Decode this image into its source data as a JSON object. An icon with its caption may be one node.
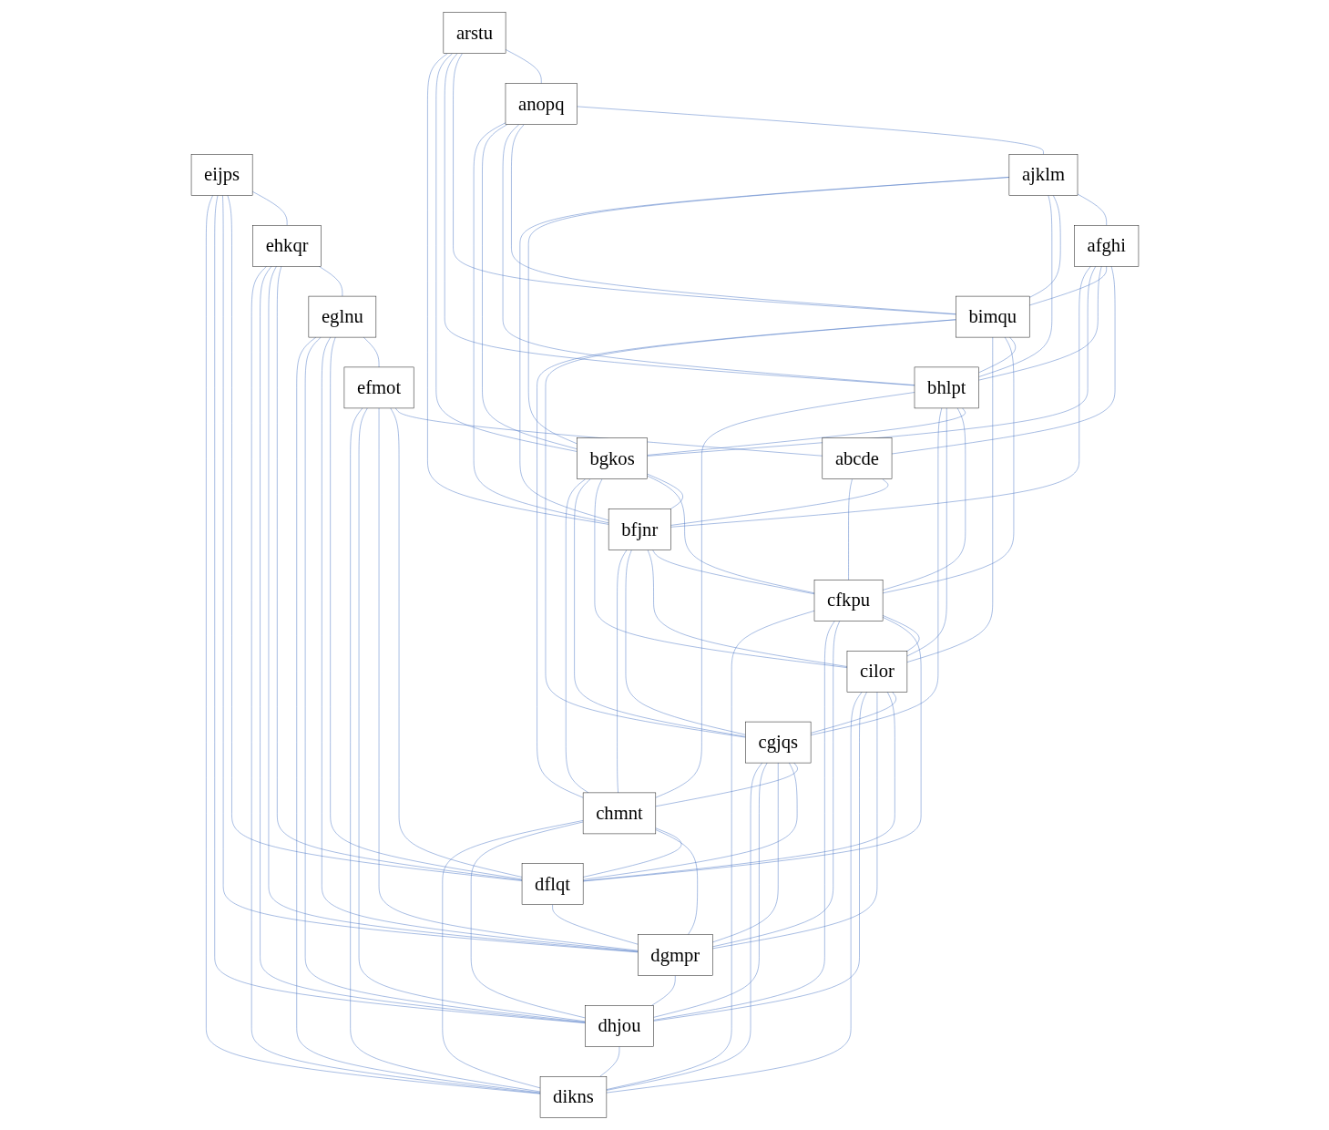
{
  "diagram": {
    "nodes": [
      {
        "text": [
          "arstu"
        ]
      },
      {
        "text": [
          "anopq"
        ]
      },
      {
        "text": [
          "bimqu"
        ]
      },
      {
        "text": [
          "eijps"
        ]
      },
      {
        "text": [
          "ehkqr"
        ]
      },
      {
        "text": [
          "bhlpt"
        ]
      },
      {
        "text": [
          "ajklm"
        ]
      },
      {
        "text": [
          "eglnu"
        ]
      },
      {
        "text": [
          "bgkos"
        ]
      },
      {
        "text": [
          "afghi"
        ]
      },
      {
        "text": [
          "efmot"
        ]
      },
      {
        "text": [
          "bfjnr"
        ]
      },
      {
        "text": [
          "abcde"
        ]
      },
      {
        "text": [
          "dflqt"
        ]
      },
      {
        "text": [
          "cfkpu"
        ]
      },
      {
        "text": [
          "dgmpr"
        ]
      },
      {
        "text": [
          "cilor"
        ]
      },
      {
        "text": [
          "dhjou"
        ]
      },
      {
        "text": [
          "cgjqs"
        ]
      },
      {
        "text": [
          "dikns"
        ]
      },
      {
        "text": [
          "chmnt"
        ]
      }
    ],
    "edges": [
      {
        "from": 0,
        "to": 1,
        "arrow": "none"
      },
      {
        "from": 1,
        "to": 6,
        "arrow": "none"
      },
      {
        "from": 6,
        "to": 9,
        "arrow": "none"
      },
      {
        "from": 9,
        "to": 12,
        "arrow": "none"
      },
      {
        "from": 10,
        "to": 12,
        "arrow": "none"
      },
      {
        "from": 12,
        "to": 11,
        "arrow": "none"
      },
      {
        "from": 12,
        "to": 14,
        "arrow": "none"
      },
      {
        "from": 3,
        "to": 4,
        "arrow": "none"
      },
      {
        "from": 4,
        "to": 7,
        "arrow": "none"
      },
      {
        "from": 7,
        "to": 10,
        "arrow": "none"
      },
      {
        "from": 2,
        "to": 5,
        "arrow": "none"
      },
      {
        "from": 5,
        "to": 8,
        "arrow": "none"
      },
      {
        "from": 8,
        "to": 11,
        "arrow": "none"
      },
      {
        "from": 14,
        "to": 16,
        "arrow": "none"
      },
      {
        "from": 16,
        "to": 18,
        "arrow": "none"
      },
      {
        "from": 18,
        "to": 20,
        "arrow": "none"
      },
      {
        "from": 13,
        "to": 15,
        "arrow": "none"
      },
      {
        "from": 15,
        "to": 17,
        "arrow": "none"
      },
      {
        "from": 17,
        "to": 19,
        "arrow": "none"
      },
      {
        "from": 0,
        "to": 2,
        "arrow": "none"
      },
      {
        "from": 0,
        "to": 5,
        "arrow": "none"
      },
      {
        "from": 0,
        "to": 8,
        "arrow": "none"
      },
      {
        "from": 0,
        "to": 11,
        "arrow": "none"
      },
      {
        "from": 1,
        "to": 2,
        "arrow": "none"
      },
      {
        "from": 1,
        "to": 5,
        "arrow": "none"
      },
      {
        "from": 1,
        "to": 8,
        "arrow": "none"
      },
      {
        "from": 1,
        "to": 11,
        "arrow": "none"
      },
      {
        "from": 6,
        "to": 2,
        "arrow": "none"
      },
      {
        "from": 6,
        "to": 5,
        "arrow": "none"
      },
      {
        "from": 6,
        "to": 8,
        "arrow": "none"
      },
      {
        "from": 6,
        "to": 11,
        "arrow": "none"
      },
      {
        "from": 9,
        "to": 2,
        "arrow": "none"
      },
      {
        "from": 9,
        "to": 5,
        "arrow": "none"
      },
      {
        "from": 9,
        "to": 8,
        "arrow": "none"
      },
      {
        "from": 9,
        "to": 11,
        "arrow": "none"
      },
      {
        "from": 2,
        "to": 14,
        "arrow": "none"
      },
      {
        "from": 2,
        "to": 16,
        "arrow": "none"
      },
      {
        "from": 2,
        "to": 18,
        "arrow": "none"
      },
      {
        "from": 2,
        "to": 20,
        "arrow": "none"
      },
      {
        "from": 5,
        "to": 14,
        "arrow": "none"
      },
      {
        "from": 5,
        "to": 16,
        "arrow": "none"
      },
      {
        "from": 5,
        "to": 18,
        "arrow": "none"
      },
      {
        "from": 5,
        "to": 20,
        "arrow": "none"
      },
      {
        "from": 8,
        "to": 14,
        "arrow": "none"
      },
      {
        "from": 8,
        "to": 16,
        "arrow": "none"
      },
      {
        "from": 8,
        "to": 18,
        "arrow": "none"
      },
      {
        "from": 8,
        "to": 20,
        "arrow": "none"
      },
      {
        "from": 11,
        "to": 14,
        "arrow": "none"
      },
      {
        "from": 11,
        "to": 16,
        "arrow": "none"
      },
      {
        "from": 11,
        "to": 18,
        "arrow": "none"
      },
      {
        "from": 11,
        "to": 20,
        "arrow": "none"
      },
      {
        "from": 14,
        "to": 13,
        "arrow": "none"
      },
      {
        "from": 14,
        "to": 15,
        "arrow": "none"
      },
      {
        "from": 14,
        "to": 17,
        "arrow": "none"
      },
      {
        "from": 14,
        "to": 19,
        "arrow": "none"
      },
      {
        "from": 16,
        "to": 13,
        "arrow": "none"
      },
      {
        "from": 16,
        "to": 15,
        "arrow": "none"
      },
      {
        "from": 16,
        "to": 17,
        "arrow": "none"
      },
      {
        "from": 16,
        "to": 19,
        "arrow": "none"
      },
      {
        "from": 18,
        "to": 13,
        "arrow": "none"
      },
      {
        "from": 18,
        "to": 15,
        "arrow": "none"
      },
      {
        "from": 18,
        "to": 17,
        "arrow": "none"
      },
      {
        "from": 18,
        "to": 19,
        "arrow": "none"
      },
      {
        "from": 20,
        "to": 13,
        "arrow": "none"
      },
      {
        "from": 20,
        "to": 15,
        "arrow": "none"
      },
      {
        "from": 20,
        "to": 17,
        "arrow": "none"
      },
      {
        "from": 20,
        "to": 19,
        "arrow": "none"
      },
      {
        "from": 3,
        "to": 13,
        "arrow": "none"
      },
      {
        "from": 3,
        "to": 15,
        "arrow": "none"
      },
      {
        "from": 3,
        "to": 17,
        "arrow": "none"
      },
      {
        "from": 3,
        "to": 19,
        "arrow": "none"
      },
      {
        "from": 4,
        "to": 13,
        "arrow": "none"
      },
      {
        "from": 4,
        "to": 15,
        "arrow": "none"
      },
      {
        "from": 4,
        "to": 17,
        "arrow": "none"
      },
      {
        "from": 4,
        "to": 19,
        "arrow": "none"
      },
      {
        "from": 7,
        "to": 13,
        "arrow": "none"
      },
      {
        "from": 7,
        "to": 15,
        "arrow": "none"
      },
      {
        "from": 7,
        "to": 17,
        "arrow": "none"
      },
      {
        "from": 7,
        "to": 19,
        "arrow": "none"
      },
      {
        "from": 10,
        "to": 13,
        "arrow": "none"
      },
      {
        "from": 10,
        "to": 15,
        "arrow": "none"
      },
      {
        "from": 10,
        "to": 17,
        "arrow": "none"
      },
      {
        "from": 10,
        "to": 19,
        "arrow": "none"
      }
    ]
  }
}
